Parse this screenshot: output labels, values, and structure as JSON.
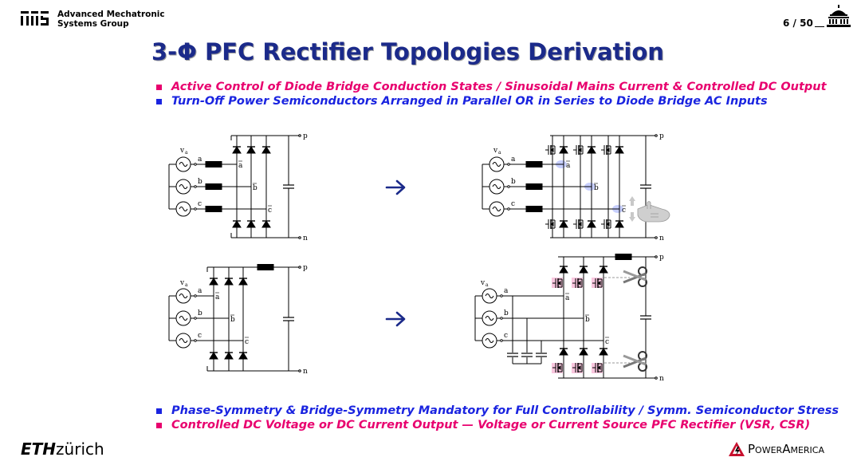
{
  "header": {
    "group_name_line1": "Advanced Mechatronic",
    "group_name_line2": "Systems Group",
    "page_number": "6 / 50"
  },
  "title_text": "3-Φ PFC Rectifier Topologies Derivation",
  "bullets_top": [
    {
      "text": "Active Control of Diode Bridge Conduction States / Sinusoidal Mains Current & Controlled DC Output",
      "color": "#e8006e"
    },
    {
      "text": "Turn-Off Power Semiconductors Arranged in Parallel OR in Series to Diode Bridge AC Inputs",
      "color": "#1a24e0"
    }
  ],
  "bullets_bottom": [
    {
      "text": "Phase-Symmetry & Bridge-Symmetry Mandatory for Full Controllability / Symm. Semiconductor Stress",
      "color": "#1a24e0"
    },
    {
      "text": "Controlled DC Voltage or DC Current Output — Voltage or Current Source PFC Rectifier (VSR, CSR)",
      "color": "#e8006e"
    }
  ],
  "circuit_labels": {
    "p": "p",
    "n": "n",
    "va": "v",
    "va_sub": "a",
    "a": "a",
    "b": "b",
    "c": "c",
    "a_bar": "a",
    "b_bar": "b",
    "c_bar": "c"
  },
  "footer": {
    "eth_bold": "ETH",
    "eth_rest": "zürich",
    "power_part1": "Power",
    "power_part2": "America"
  },
  "colors": {
    "title": "#1b2a8a",
    "arrow": "#1b2a8a",
    "accent_pink": "#e8006e",
    "accent_blue": "#1a24e0",
    "highlight_blue": "#b9c3ff",
    "highlight_pink": "#f6b8d6",
    "powerAmerica_red": "#c8102e"
  }
}
